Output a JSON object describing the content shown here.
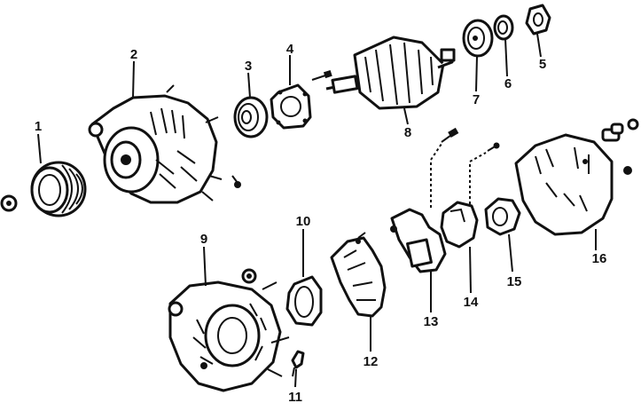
{
  "figure": {
    "type": "exploded-view",
    "colors": {
      "ink": "#111111",
      "paper": "#ffffff"
    }
  },
  "callouts": [
    {
      "id": "1",
      "text": "1"
    },
    {
      "id": "2",
      "text": "2"
    },
    {
      "id": "3",
      "text": "3"
    },
    {
      "id": "4",
      "text": "4"
    },
    {
      "id": "5",
      "text": "5"
    },
    {
      "id": "6",
      "text": "6"
    },
    {
      "id": "7",
      "text": "7"
    },
    {
      "id": "8",
      "text": "8"
    },
    {
      "id": "9",
      "text": "9"
    },
    {
      "id": "10",
      "text": "10"
    },
    {
      "id": "11",
      "text": "11"
    },
    {
      "id": "12",
      "text": "12"
    },
    {
      "id": "13",
      "text": "13"
    },
    {
      "id": "14",
      "text": "14"
    },
    {
      "id": "15",
      "text": "15"
    },
    {
      "id": "16",
      "text": "16"
    }
  ]
}
